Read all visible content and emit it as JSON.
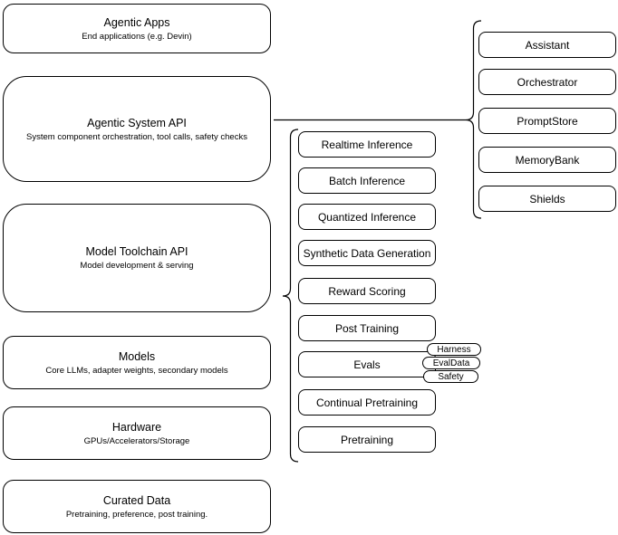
{
  "diagram": {
    "colors": {
      "stroke": "#000000",
      "fill": "#ffffff",
      "background": "#ffffff"
    },
    "left_stack": {
      "boxes": [
        {
          "title": "Agentic Apps",
          "subtitle": "End applications (e.g. Devin)"
        },
        {
          "title": "Agentic System API",
          "subtitle": "System component orchestration, tool calls, safety checks"
        },
        {
          "title": "Model Toolchain API",
          "subtitle": "Model development & serving"
        },
        {
          "title": "Models",
          "subtitle": "Core LLMs, adapter weights, secondary models"
        },
        {
          "title": "Hardware",
          "subtitle": "GPUs/Accelerators/Storage"
        },
        {
          "title": "Curated Data",
          "subtitle": "Pretraining, preference, post training."
        }
      ]
    },
    "toolchain_group": {
      "items": [
        {
          "label": "Realtime Inference"
        },
        {
          "label": "Batch Inference"
        },
        {
          "label": "Quantized Inference"
        },
        {
          "label": "Synthetic Data Generation"
        },
        {
          "label": "Reward Scoring"
        },
        {
          "label": "Post Training"
        },
        {
          "label": "Evals"
        },
        {
          "label": "Continual Pretraining"
        },
        {
          "label": "Pretraining"
        }
      ],
      "evals_tags": [
        "Harness",
        "EvalData",
        "Safety"
      ]
    },
    "system_group": {
      "items": [
        {
          "label": "Assistant"
        },
        {
          "label": "Orchestrator"
        },
        {
          "label": "PromptStore"
        },
        {
          "label": "MemoryBank"
        },
        {
          "label": "Shields"
        }
      ]
    }
  }
}
